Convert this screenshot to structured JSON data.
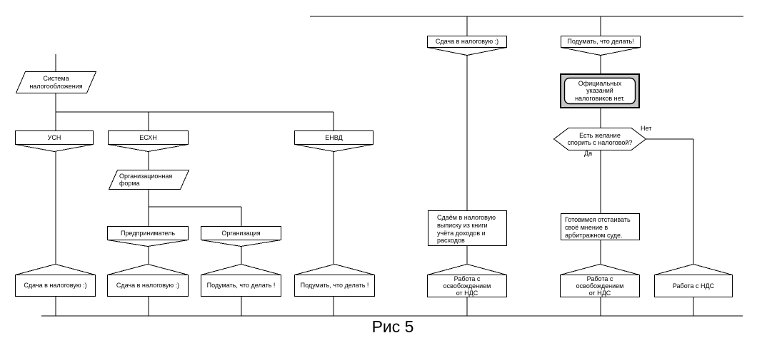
{
  "figure": {
    "caption": "Рис 5"
  },
  "colors": {
    "line": "#000000",
    "node_fill": "#ffffff",
    "highlight_fill": "#c6c6c6"
  },
  "edge_labels": {
    "no": "Нет",
    "yes": "Да"
  },
  "nodes": {
    "sistema": {
      "label": "Система\nналогообложения",
      "shape": "parallelogram"
    },
    "usn": {
      "label": "УСН",
      "shape": "rect-v-bottom"
    },
    "eshn": {
      "label": "ЕСХН",
      "shape": "rect-v-bottom"
    },
    "envd": {
      "label": "ЕНВД",
      "shape": "rect-v-bottom"
    },
    "org_forma": {
      "label": "Организационная\nформа",
      "shape": "parallelogram"
    },
    "predprinimatel": {
      "label": "Предприниматель",
      "shape": "rect-v-bottom"
    },
    "organizaciya": {
      "label": "Организация",
      "shape": "rect-v-bottom"
    },
    "sdacha_usn": {
      "label": "Сдача в налоговую :)",
      "shape": "rect-peak-top"
    },
    "sdacha_predprinimatel": {
      "label": "Сдача в налоговую :)",
      "shape": "rect-peak-top"
    },
    "podumat_organizaciya": {
      "label": "Подумать, что делать !",
      "shape": "rect-peak-top"
    },
    "podumat_envd": {
      "label": "Подумать, что делать !",
      "shape": "rect-peak-top"
    },
    "sdacha_nalog": {
      "label": "Сдача в налоговую :)",
      "shape": "rect-v-bottom"
    },
    "podumat_delat": {
      "label": "Подумать, что делать!",
      "shape": "rect-v-bottom"
    },
    "official": {
      "label": "Официальных\nуказаний\nналоговиков нет.",
      "shape": "rounded-rect",
      "highlighted": true
    },
    "decision": {
      "label": "Есть желание\nспорить с налоговой?",
      "shape": "hexagon"
    },
    "sdaem_vypisku": {
      "label": "Сдаём в налоговую\nвыписку из книги\nучёта доходов и\nрасходов",
      "shape": "rect"
    },
    "gotovimsya": {
      "label": "Готовимся отстаивать\nсвоё мнение в\nарбитражном суде.",
      "shape": "rect"
    },
    "rabota_osvob_1": {
      "label": "Работа с\nосвобождением\nот НДС",
      "shape": "rect-peak-top"
    },
    "rabota_osvob_2": {
      "label": "Работа с\nосвобождением\nот НДС",
      "shape": "rect-peak-top"
    },
    "rabota_nds": {
      "label": "Работа с НДС",
      "shape": "rect-peak-top"
    }
  }
}
